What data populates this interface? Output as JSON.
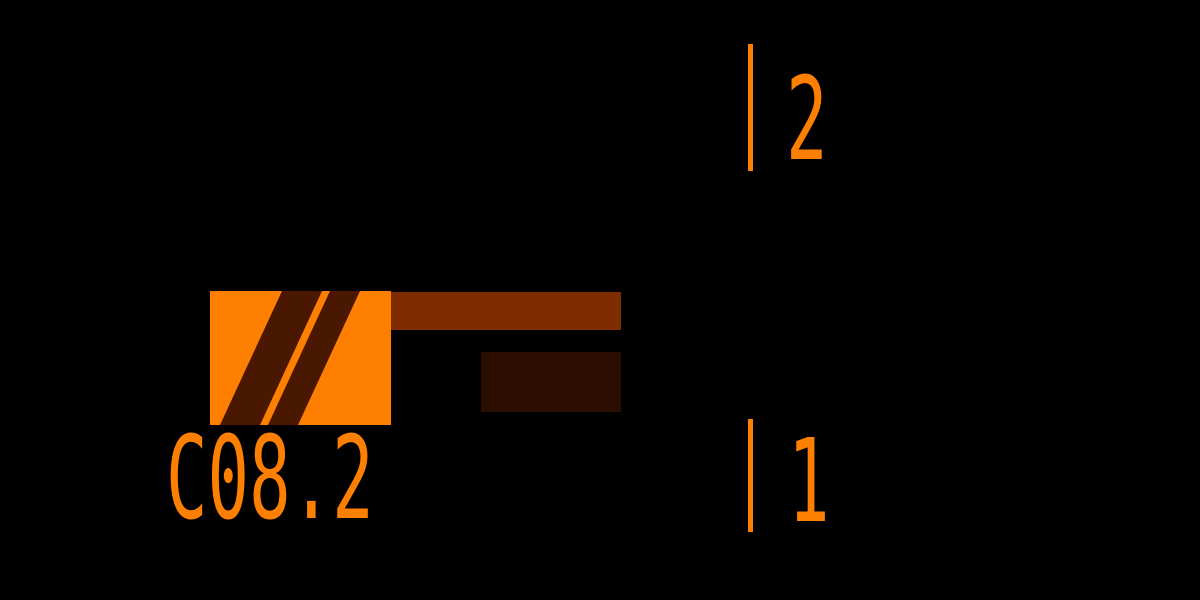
{
  "canvas": {
    "background_color": "#000000"
  },
  "symbol": {
    "designator": "C08.2",
    "pins": [
      {
        "number": "2",
        "position": "top"
      },
      {
        "number": "1",
        "position": "bottom"
      }
    ],
    "colors": {
      "accent_orange": "#FF8000",
      "body_fill": "#FF7F00",
      "body_hatch": "#4A1700",
      "bar": "#7F2D00",
      "bar_shadow": "#2B0E00",
      "background": "#000000"
    }
  }
}
